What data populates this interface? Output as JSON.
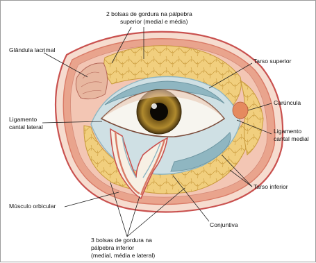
{
  "labels": {
    "superior_fat_1": "2 bolsas de gordura na pálpebra",
    "superior_fat_2": "superior (medial e média)",
    "lacrimal_gland": "Glândula lacrimal",
    "superior_tarsus": "Tarso superior",
    "caruncle": "Carúncula",
    "lateral_ligament_1": "Ligamento",
    "lateral_ligament_2": "cantal lateral",
    "medial_ligament_1": "Ligamento",
    "medial_ligament_2": "cantal medial",
    "inferior_tarsus": "Tarso inferior",
    "orbicularis": "Músculo orbicular",
    "conjunctiva": "Conjuntiva",
    "inferior_fat_1": "3 bolsas de gordura na",
    "inferior_fat_2": "pálpebra inferior",
    "inferior_fat_3": "(medial, média e lateral)"
  },
  "colors": {
    "skin_outline": "#c9514f",
    "fat": "#f1cf7e",
    "fat_lobule": "#c99a3c",
    "orbicularis_red": "#d97a66",
    "pink_tissue": "#f3c6b4",
    "sclera": "#f7f5ef",
    "tarsus_blue": "#8fb6c1",
    "iris": "#8a6a21",
    "caruncle": "#e58a5f"
  }
}
